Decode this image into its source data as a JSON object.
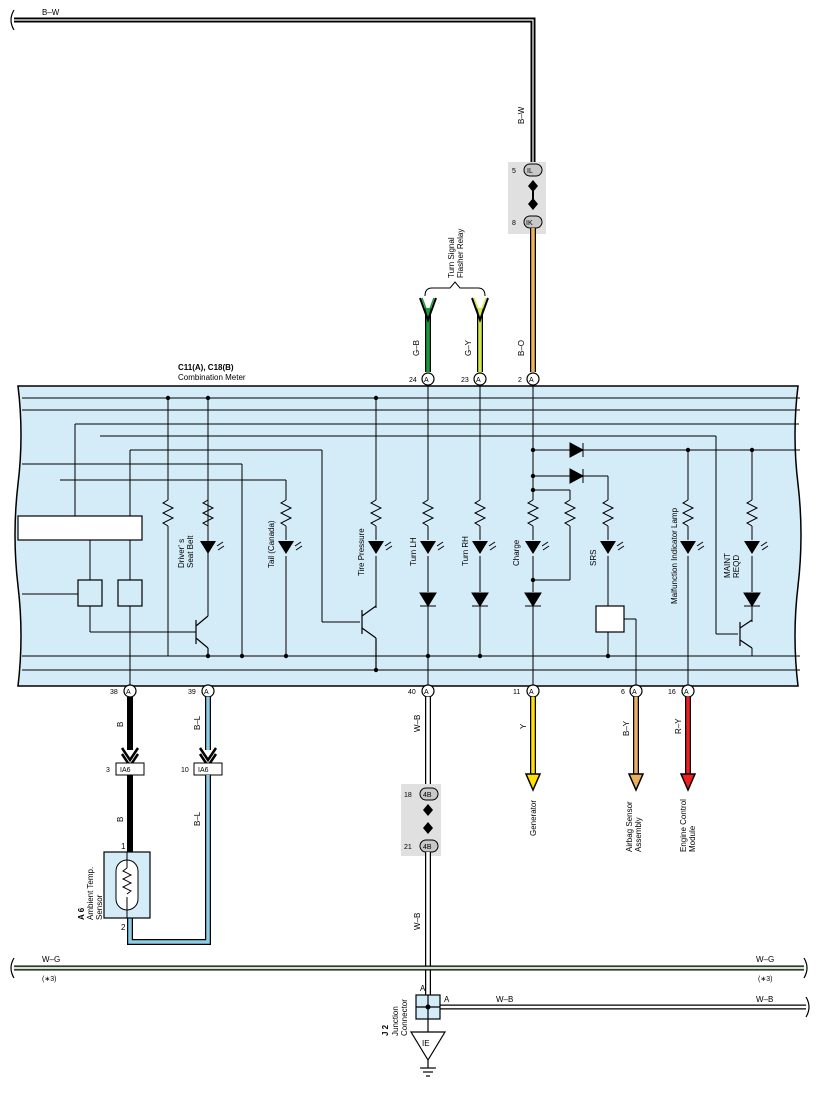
{
  "colors": {
    "meter_fill": "#d4ecf8",
    "connector_fill": "#e0e0e0",
    "wire_BW": "#000000",
    "wire_BO": "#f0b45a",
    "wire_GB": "#1a9a3a",
    "wire_GY": "#d4e84a",
    "wire_B": "#000000",
    "wire_BL": "#8ccde8",
    "wire_WB": "#ffffff",
    "wire_Y": "#ffe000",
    "wire_BY": "#e8b060",
    "wire_RY": "#ee2020",
    "wire_WG": "#c8e8c8"
  },
  "top_wire": {
    "label": "B–W"
  },
  "connector_IL_IK": {
    "upper": {
      "pin": "5",
      "code": "IL"
    },
    "lower": {
      "pin": "8",
      "code": "IK"
    },
    "wire_above": "B–W",
    "wire_below": "B–O"
  },
  "turn_relay": {
    "label_line1": "Turn Signal",
    "label_line2": "Flasher Relay",
    "wire_left": "G–B",
    "wire_right": "G–Y"
  },
  "meter": {
    "code": "C11(A), C18(B)",
    "name": "Combination Meter",
    "top_pins": [
      {
        "pin": "24",
        "conn": "A"
      },
      {
        "pin": "23",
        "conn": "A"
      },
      {
        "pin": "2",
        "conn": "A"
      }
    ],
    "bottom_pins": [
      {
        "pin": "38",
        "conn": "A"
      },
      {
        "pin": "39",
        "conn": "A"
      },
      {
        "pin": "40",
        "conn": "A"
      },
      {
        "pin": "11",
        "conn": "A"
      },
      {
        "pin": "6",
        "conn": "A"
      },
      {
        "pin": "16",
        "conn": "A"
      }
    ],
    "lamps": [
      "Driver' s",
      "Seat Belt",
      "Tail (Canada)",
      "Tire Pressure",
      "Turn LH",
      "Turn RH",
      "Charge",
      "SRS",
      "Malfunction Indicator Lamp",
      "MAINT",
      "REQD"
    ]
  },
  "lower_left": {
    "wire_B": "B",
    "wire_BL": "B–L",
    "conn1": {
      "pin": "3",
      "code": "IA6"
    },
    "conn2": {
      "pin": "10",
      "code": "IA6"
    },
    "sensor": {
      "code": "A 6",
      "name1": "Ambient Temp.",
      "name2": "Sensor",
      "pin1": "1",
      "pin2": "2"
    }
  },
  "connector_4B": {
    "upper": {
      "pin": "18",
      "code": "4B"
    },
    "lower": {
      "pin": "21",
      "code": "4B"
    },
    "wire": "W–B"
  },
  "destinations": [
    {
      "wire": "Y",
      "lines": [
        "Generator"
      ]
    },
    {
      "wire": "B–Y",
      "lines": [
        "Airbag Sensor",
        "Assembly"
      ]
    },
    {
      "wire": "R–Y",
      "lines": [
        "Engine Control",
        "Module"
      ]
    }
  ],
  "bus_wires": {
    "wg": "W–G",
    "wg_note": "(∗3)",
    "wb": "W–B"
  },
  "junction": {
    "code": "J 2",
    "name1": "Junction",
    "name2": "Connector",
    "pin_a": "A",
    "ground": "IE"
  }
}
